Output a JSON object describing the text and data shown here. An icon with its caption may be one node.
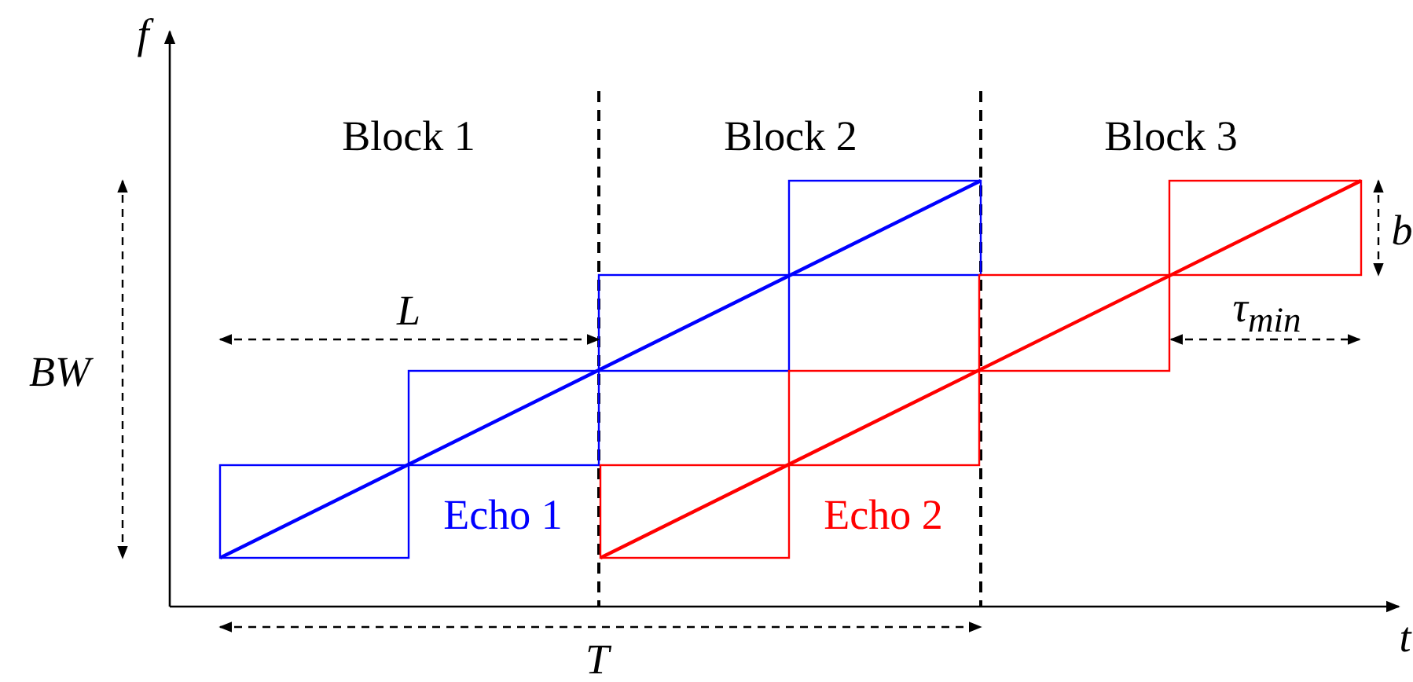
{
  "diagram": {
    "labels": [
      "f",
      "t",
      "Block 1",
      "Block 2",
      "Block 3",
      "L",
      "BW",
      "b",
      "τ$_{min}$",
      "T",
      "Echo 1",
      "Echo 2"
    ]
  }
}
